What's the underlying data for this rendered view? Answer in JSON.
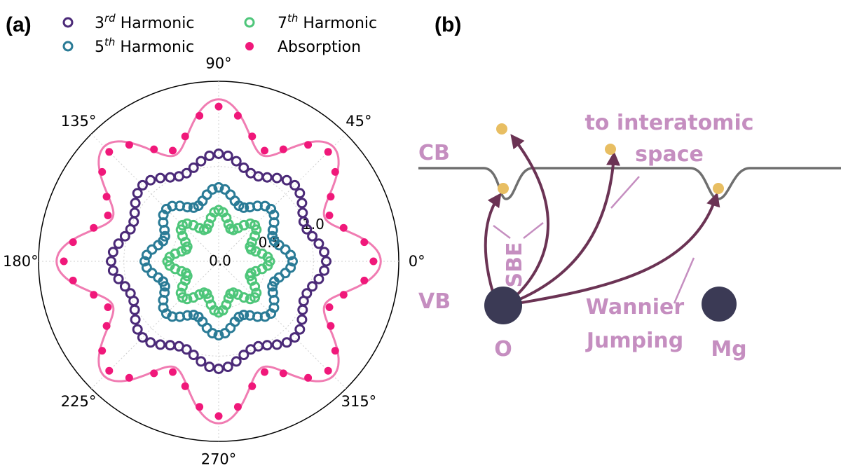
{
  "colors": {
    "third": "#4b2a78",
    "fifth": "#2a7b96",
    "seventh": "#4ec67a",
    "absorption": "#f0187a",
    "absorption_curve": "#f07cb2",
    "diagram_label": "#c58ec0",
    "band": "#6f6f6f",
    "arrow": "#6b3354",
    "atom": "#3b3a55",
    "electron": "#e8be62"
  },
  "chart_data": [
    {
      "type": "scatter",
      "projection": "polar",
      "panel_label": "(a)",
      "theta_ticks_deg": [
        0,
        45,
        90,
        135,
        180,
        225,
        270,
        315
      ],
      "theta_tick_labels": [
        "0°",
        "45°",
        "90°",
        "135°",
        "180°",
        "225°",
        "270°",
        "315°"
      ],
      "r_ticks": [
        0.0,
        0.5,
        1.0
      ],
      "r_tick_labels": [
        "0.0",
        "0.5",
        "1.0"
      ],
      "r_tick_angle_deg": 22.5,
      "rlim": [
        0,
        1.9
      ],
      "grid": true,
      "legend": {
        "placement": "top",
        "columns": 2,
        "entries": [
          {
            "base": "3",
            "sup": "rd",
            "rest": " Harmonic",
            "series": "third"
          },
          {
            "base": "5",
            "sup": "th",
            "rest": " Harmonic",
            "series": "fifth"
          },
          {
            "base": "7",
            "sup": "th",
            "rest": " Harmonic",
            "series": "seventh"
          },
          {
            "base": "Absorption",
            "sup": "",
            "rest": "",
            "series": "absorption"
          }
        ]
      },
      "series": [
        {
          "key": "third",
          "name": "3rd Harmonic",
          "marker": "hollow-circle",
          "points": 72,
          "r_mean": 1.06,
          "r_amplitude": 0.075,
          "symmetry": 8,
          "phase_deg": 0
        },
        {
          "key": "fifth",
          "name": "5th Harmonic",
          "marker": "hollow-circle",
          "points": 72,
          "r_mean": 0.7,
          "r_amplitude": 0.08,
          "symmetry": 8,
          "phase_deg": 0
        },
        {
          "key": "seventh",
          "name": "7th Harmonic",
          "marker": "hollow-circle",
          "points": 72,
          "r_mean": 0.45,
          "r_amplitude": 0.09,
          "symmetry": 8,
          "phase_deg": 0
        },
        {
          "key": "absorption",
          "name": "Absorption",
          "marker": "filled-circle",
          "points": 48,
          "r_mean": 1.46,
          "r_amplitude": 0.25,
          "symmetry": 8,
          "phase_deg": 0,
          "fit_curve": true
        }
      ]
    }
  ],
  "diagram": {
    "panel_label": "(b)",
    "labels": {
      "cb": "CB",
      "vb": "VB",
      "sbe": "SBE",
      "interatomic_line1": "to interatomic",
      "interatomic_line2": "space",
      "wannier_line1": "Wannier",
      "wannier_line2": "Jumping",
      "atom_o": "O",
      "atom_mg": "Mg"
    }
  }
}
